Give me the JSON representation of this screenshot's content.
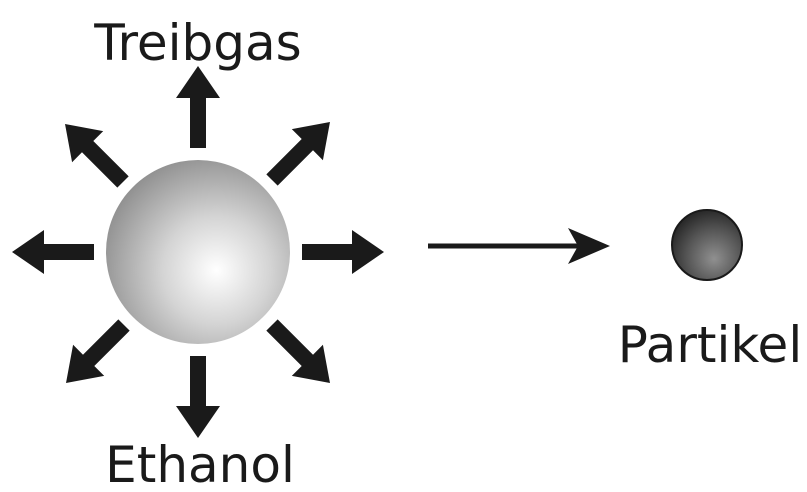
{
  "labels": {
    "top": "Treibgas",
    "bottom": "Ethanol",
    "right": "Partikel"
  },
  "colors": {
    "arrow": "#1a1a1a",
    "droplet_light": "#f2f2f2",
    "droplet_dark": "#9a9a9a",
    "particle_light": "#8a8a8a",
    "particle_dark": "#2e2e2e"
  }
}
